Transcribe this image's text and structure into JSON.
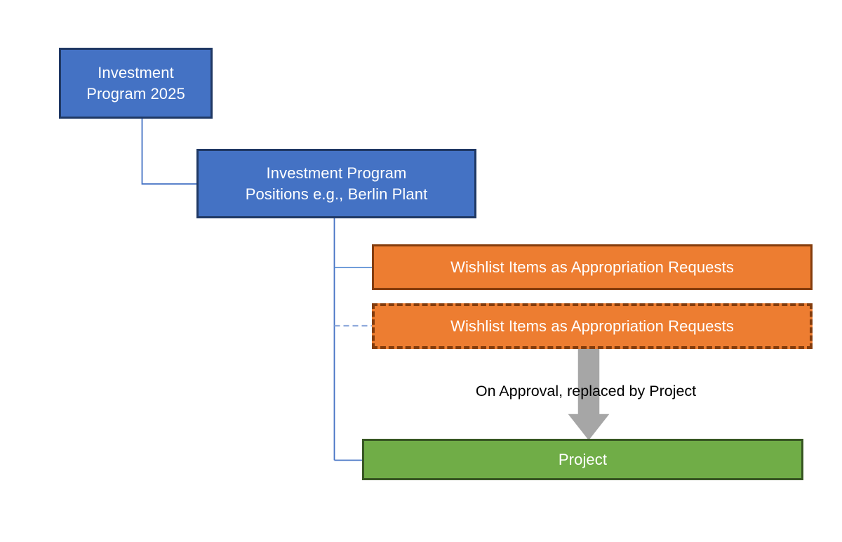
{
  "diagram": {
    "title": "Investment Program structure",
    "background_color": "#FFFFFF",
    "nodes": {
      "program": {
        "label": "Investment\nProgram 2025",
        "fill": "#4472C4",
        "border": "#1F3864",
        "text_color": "#FFFFFF",
        "border_style": "solid"
      },
      "positions": {
        "label": "Investment Program\nPositions e.g., Berlin Plant",
        "fill": "#4472C4",
        "border": "#1F3864",
        "text_color": "#FFFFFF",
        "border_style": "solid"
      },
      "wishlist_solid": {
        "label": "Wishlist Items as Appropriation Requests",
        "fill": "#ED7D31",
        "border": "#843C0C",
        "text_color": "#FFFFFF",
        "border_style": "solid"
      },
      "wishlist_dashed": {
        "label": "Wishlist Items as Appropriation Requests",
        "fill": "#ED7D31",
        "border": "#843C0C",
        "text_color": "#FFFFFF",
        "border_style": "dashed"
      },
      "project": {
        "label": "Project",
        "fill": "#70AD47",
        "border": "#375623",
        "text_color": "#FFFFFF",
        "border_style": "solid"
      }
    },
    "annotations": {
      "approval": {
        "label": "On Approval, replaced by Project",
        "text_color": "#000000"
      }
    },
    "arrow": {
      "name": "down-arrow",
      "color": "#A6A6A6",
      "outline": "#FFFFFF",
      "direction": "down",
      "from": "wishlist_dashed",
      "to": "project"
    },
    "connectors": [
      {
        "name": "program-to-positions",
        "from": "program",
        "to": "positions",
        "style": "solid",
        "color": "#4472C4"
      },
      {
        "name": "positions-to-wishlist-solid",
        "from": "positions",
        "to": "wishlist_solid",
        "style": "solid",
        "color": "#5B8FD4"
      },
      {
        "name": "positions-to-wishlist-dashed",
        "from": "positions",
        "to": "wishlist_dashed",
        "style": "dashed",
        "color": "#8FAADC"
      },
      {
        "name": "positions-to-project",
        "from": "positions",
        "to": "project",
        "style": "solid",
        "color": "#4472C4"
      }
    ]
  }
}
